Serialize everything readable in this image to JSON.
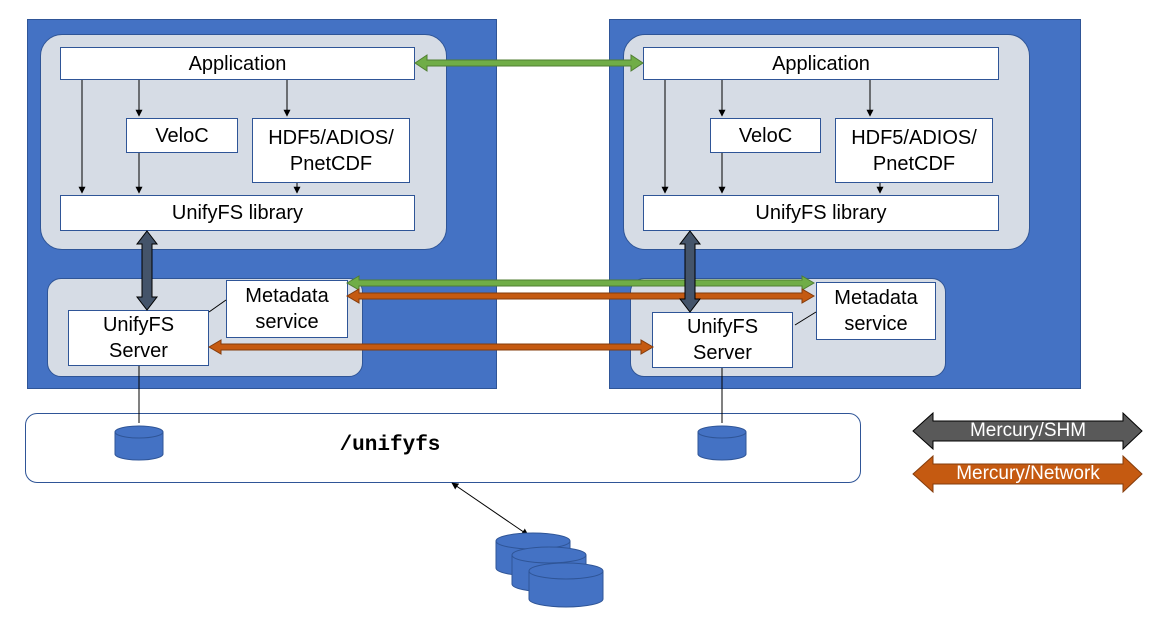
{
  "nodes": [
    {
      "application_label": "Application",
      "veloc_label": "VeloC",
      "hdf5_line1": "HDF5/ADIOS/",
      "hdf5_line2": "PnetCDF",
      "library_label": "UnifyFS library",
      "server_line1": "UnifyFS",
      "server_line2": "Server",
      "metadata_line1": "Metadata",
      "metadata_line2": "service"
    },
    {
      "application_label": "Application",
      "veloc_label": "VeloC",
      "hdf5_line1": "HDF5/ADIOS/",
      "hdf5_line2": "PnetCDF",
      "library_label": "UnifyFS library",
      "server_line1": "UnifyFS",
      "server_line2": "Server",
      "metadata_line1": "Metadata",
      "metadata_line2": "service"
    }
  ],
  "storage": {
    "label": "/unifyfs"
  },
  "legend": {
    "shm_label": "Mercury/SHM",
    "network_label": "Mercury/Network"
  },
  "colors": {
    "node_blue": "#4472c4",
    "panel_gray": "#d6dce5",
    "green_arrow": "#70ad47",
    "orange_arrow": "#c55a11",
    "shm_dark": "#44546a",
    "legend_gray": "#595959"
  }
}
